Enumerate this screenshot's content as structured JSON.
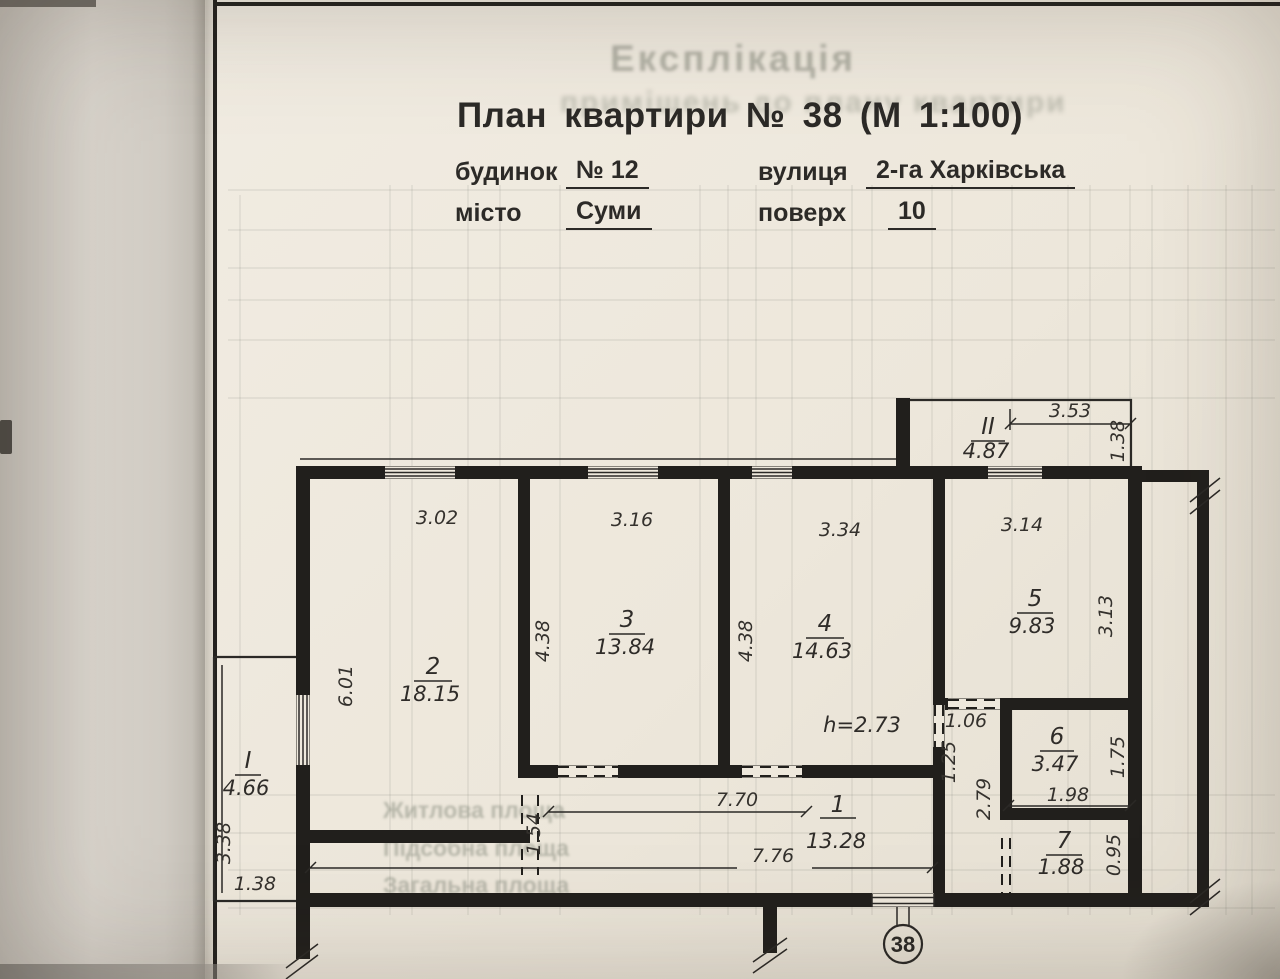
{
  "header": {
    "title": "План квартири № 38 (М 1:100)",
    "fields": [
      {
        "label": "будинок",
        "value": "№ 12"
      },
      {
        "label": "вулиця",
        "value": "2-га Харківська"
      },
      {
        "label": "місто",
        "value": "Суми"
      },
      {
        "label": "поверх",
        "value": "10"
      }
    ]
  },
  "ghost": {
    "title": "Експлікація",
    "subtitle": "приміщень до плану квартири",
    "rows": [
      "Житлова площа",
      "Підсобна площа",
      "Загальна площа"
    ]
  },
  "plan": {
    "rooms": [
      {
        "num": "1",
        "area": "13.28"
      },
      {
        "num": "2",
        "area": "18.15"
      },
      {
        "num": "3",
        "area": "13.84"
      },
      {
        "num": "4",
        "area": "14.63"
      },
      {
        "num": "5",
        "area": "9.83"
      },
      {
        "num": "6",
        "area": "3.47"
      },
      {
        "num": "7",
        "area": "1.88"
      },
      {
        "num": "I",
        "area": "4.66"
      },
      {
        "num": "II",
        "area": "4.87"
      }
    ],
    "dims": {
      "top_w2": "3.02",
      "top_w3": "3.16",
      "top_w4": "3.34",
      "top_w5": "3.14",
      "balc2_w": "3.53",
      "balc2_h": "1.38",
      "room2_h": "6.01",
      "room3_h": "4.38",
      "room4_h": "4.38",
      "room5_h": "3.13",
      "vest_w": "1.06",
      "vest_h1": "1.25",
      "vest_h2": "2.79",
      "room6_h": "1.75",
      "room6_w": "1.98",
      "room7_h": "0.95",
      "hall_w1": "7.70",
      "hall_w2": "7.76",
      "hall_d": "1.54",
      "balc1_h": "3.38",
      "balc1_w": "1.38"
    },
    "height_note": "h=2.73",
    "apartment_badge": "38"
  }
}
